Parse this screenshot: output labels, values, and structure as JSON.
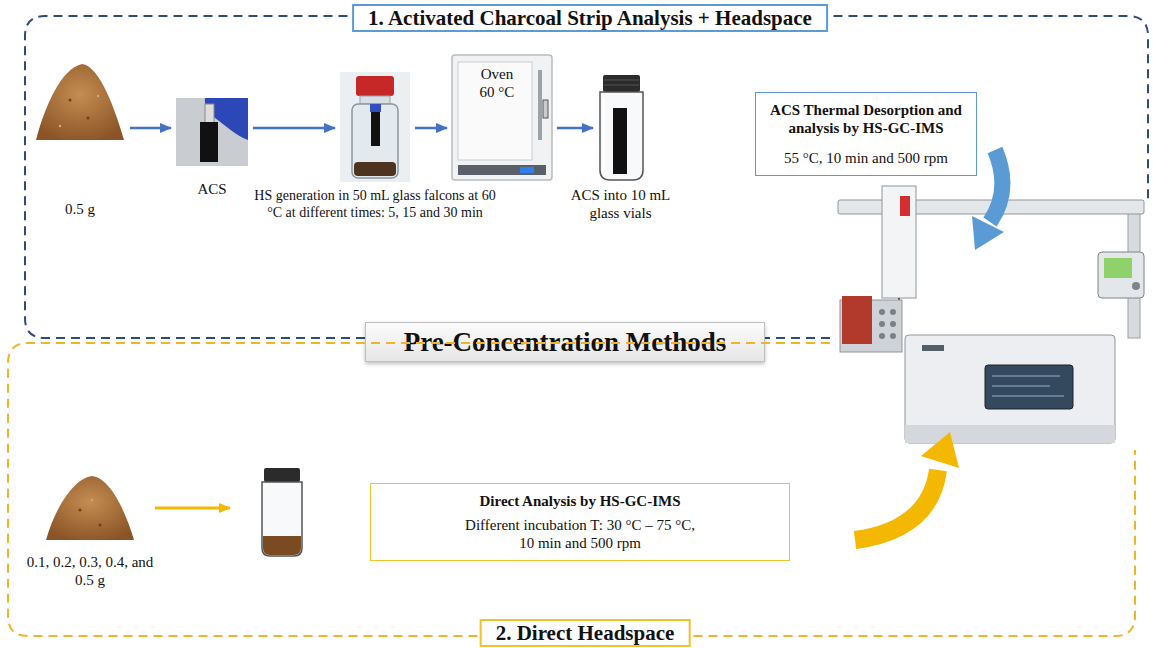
{
  "diagram": {
    "nodes": [
      {
        "text": [
          "1. Activated Charcoal Strip Analysis + Headspace"
        ]
      },
      {
        "text": [
          "0.5 g"
        ],
        "in": 0
      },
      {
        "text": [
          "ACS"
        ],
        "in": 0
      },
      {
        "text": [
          "HS generation in 50 mL glass falcons at 60 °C at different times: 5, 15 and 30 min"
        ],
        "in": 0
      },
      {
        "text": [
          "Oven 60 °C"
        ],
        "in": 0
      },
      {
        "text": [
          "ACS into 10 mL glass vials"
        ],
        "in": 0
      },
      {
        "text": [
          "ACS Thermal Desorption and analysis by HS-GC-IMS",
          "55 °C, 10 min and 500 rpm"
        ],
        "in": 0
      },
      {
        "text": [
          "Pre-Concentration Methods"
        ]
      },
      {
        "text": [
          "2. Direct Headspace"
        ]
      },
      {
        "text": [
          "0.1, 0.2, 0.3, 0.4, and 0.5 g"
        ],
        "in": 8
      },
      {
        "text": [
          "Direct Analysis by HS-GC-IMS",
          "Different incubation T: 30 °C – 75 °C, 10 min and 500 rpm"
        ],
        "in": 8
      }
    ],
    "edges": [
      {
        "from": 1,
        "to": 2,
        "arrow": "to"
      },
      {
        "from": 2,
        "to": 3,
        "arrow": "to"
      },
      {
        "from": 3,
        "to": 4,
        "arrow": "to"
      },
      {
        "from": 4,
        "to": 5,
        "arrow": "to"
      }
    ]
  }
}
